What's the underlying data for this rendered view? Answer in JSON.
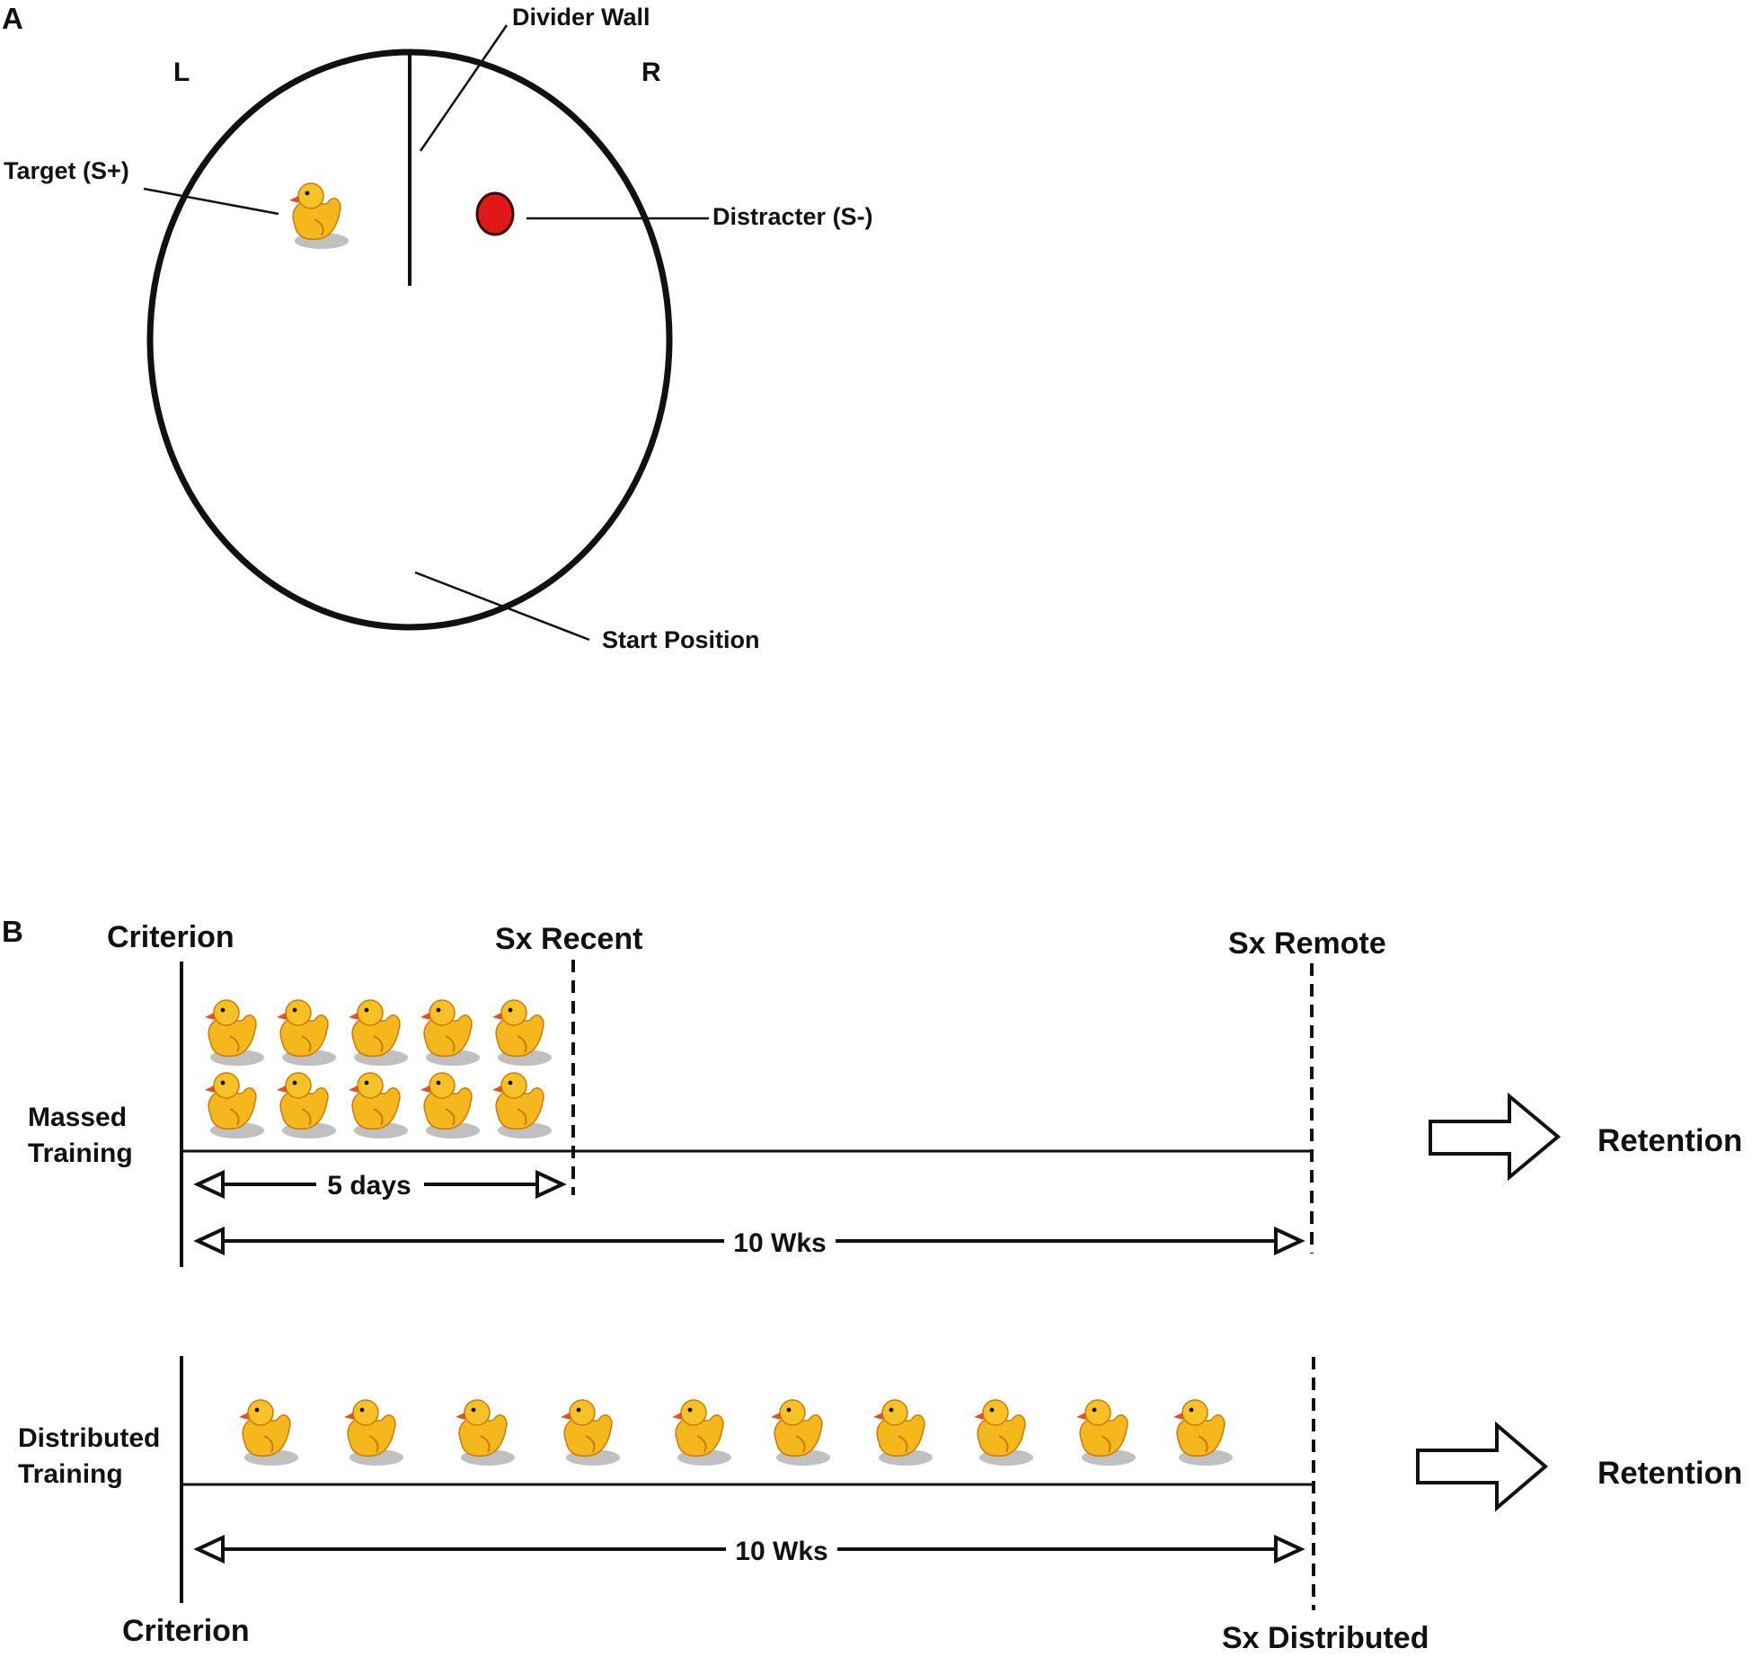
{
  "panel_a": {
    "panel_label": "A",
    "left_label": "L",
    "right_label": "R",
    "divider_label": "Divider Wall",
    "target_label": "Target (S+)",
    "distracter_label": "Distracter (S-)",
    "start_label": "Start Position",
    "colors": {
      "distracter": "#e01818",
      "outline": "#111111"
    },
    "icons": [
      "rubber-duck-icon",
      "red-disc-icon"
    ]
  },
  "panel_b": {
    "panel_label": "B",
    "massed": {
      "group_label_line1": "Massed",
      "group_label_line2": "Training",
      "criterion_label": "Criterion",
      "recent_label": "Sx Recent",
      "remote_label": "Sx Remote",
      "short_interval_label": "5 days",
      "long_interval_label": "10 Wks",
      "outcome_label": "Retention",
      "session_count": 10
    },
    "distributed": {
      "group_label_line1": "Distributed",
      "group_label_line2": "Training",
      "criterion_label": "Criterion",
      "end_label": "Sx Distributed",
      "interval_label": "10 Wks",
      "outcome_label": "Retention",
      "session_count": 10
    },
    "colors": {
      "duck": "#f5b81c",
      "duck_shade": "#d98a10",
      "line": "#111111"
    }
  }
}
